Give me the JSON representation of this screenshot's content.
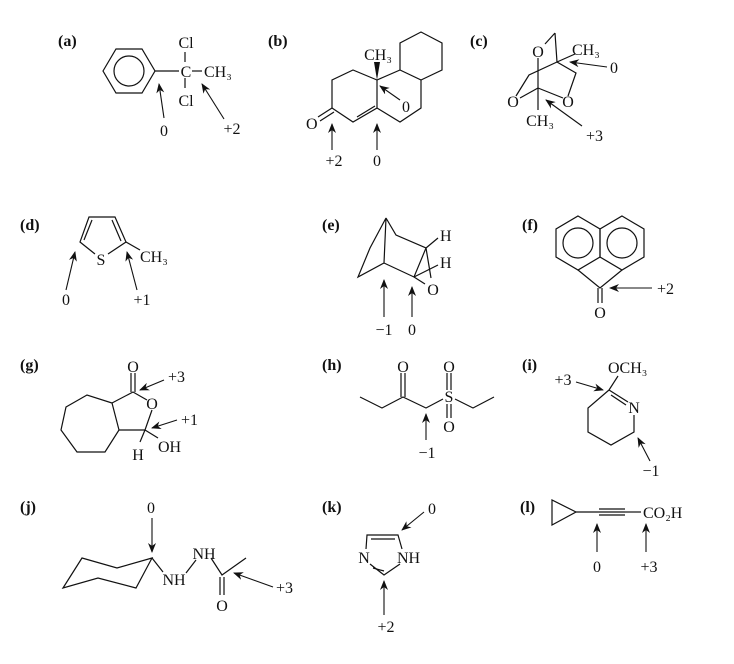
{
  "panels": [
    {
      "label": "(a)",
      "atoms": [
        "Cl",
        "C",
        "CH₃",
        "Cl"
      ],
      "oxidation": [
        "0",
        "+2"
      ]
    },
    {
      "label": "(b)",
      "atoms": [
        "CH₃",
        "O"
      ],
      "oxidation": [
        "0",
        "+2",
        "0"
      ]
    },
    {
      "label": "(c)",
      "atoms": [
        "O",
        "CH₃",
        "O",
        "O",
        "CH₃"
      ],
      "oxidation": [
        "0",
        "+3"
      ]
    },
    {
      "label": "(d)",
      "atoms": [
        "S",
        "CH₃"
      ],
      "oxidation": [
        "0",
        "+1"
      ]
    },
    {
      "label": "(e)",
      "atoms": [
        "H",
        "H",
        "O"
      ],
      "oxidation": [
        "−1",
        "0"
      ]
    },
    {
      "label": "(f)",
      "atoms": [
        "O"
      ],
      "oxidation": [
        "+2"
      ]
    },
    {
      "label": "(g)",
      "atoms": [
        "O",
        "O",
        "H",
        "OH"
      ],
      "oxidation": [
        "+3",
        "+1"
      ]
    },
    {
      "label": "(h)",
      "atoms": [
        "O",
        "S",
        "O",
        "O"
      ],
      "oxidation": [
        "−1"
      ]
    },
    {
      "label": "(i)",
      "atoms": [
        "OCH₃",
        "N"
      ],
      "oxidation": [
        "+3",
        "−1"
      ]
    },
    {
      "label": "(j)",
      "atoms": [
        "NH",
        "NH",
        "O"
      ],
      "oxidation": [
        "0",
        "+3"
      ]
    },
    {
      "label": "(k)",
      "atoms": [
        "N",
        "NH"
      ],
      "oxidation": [
        "0",
        "+2"
      ]
    },
    {
      "label": "(l)",
      "atoms": [
        "CO₂H"
      ],
      "oxidation": [
        "0",
        "+3"
      ]
    }
  ]
}
